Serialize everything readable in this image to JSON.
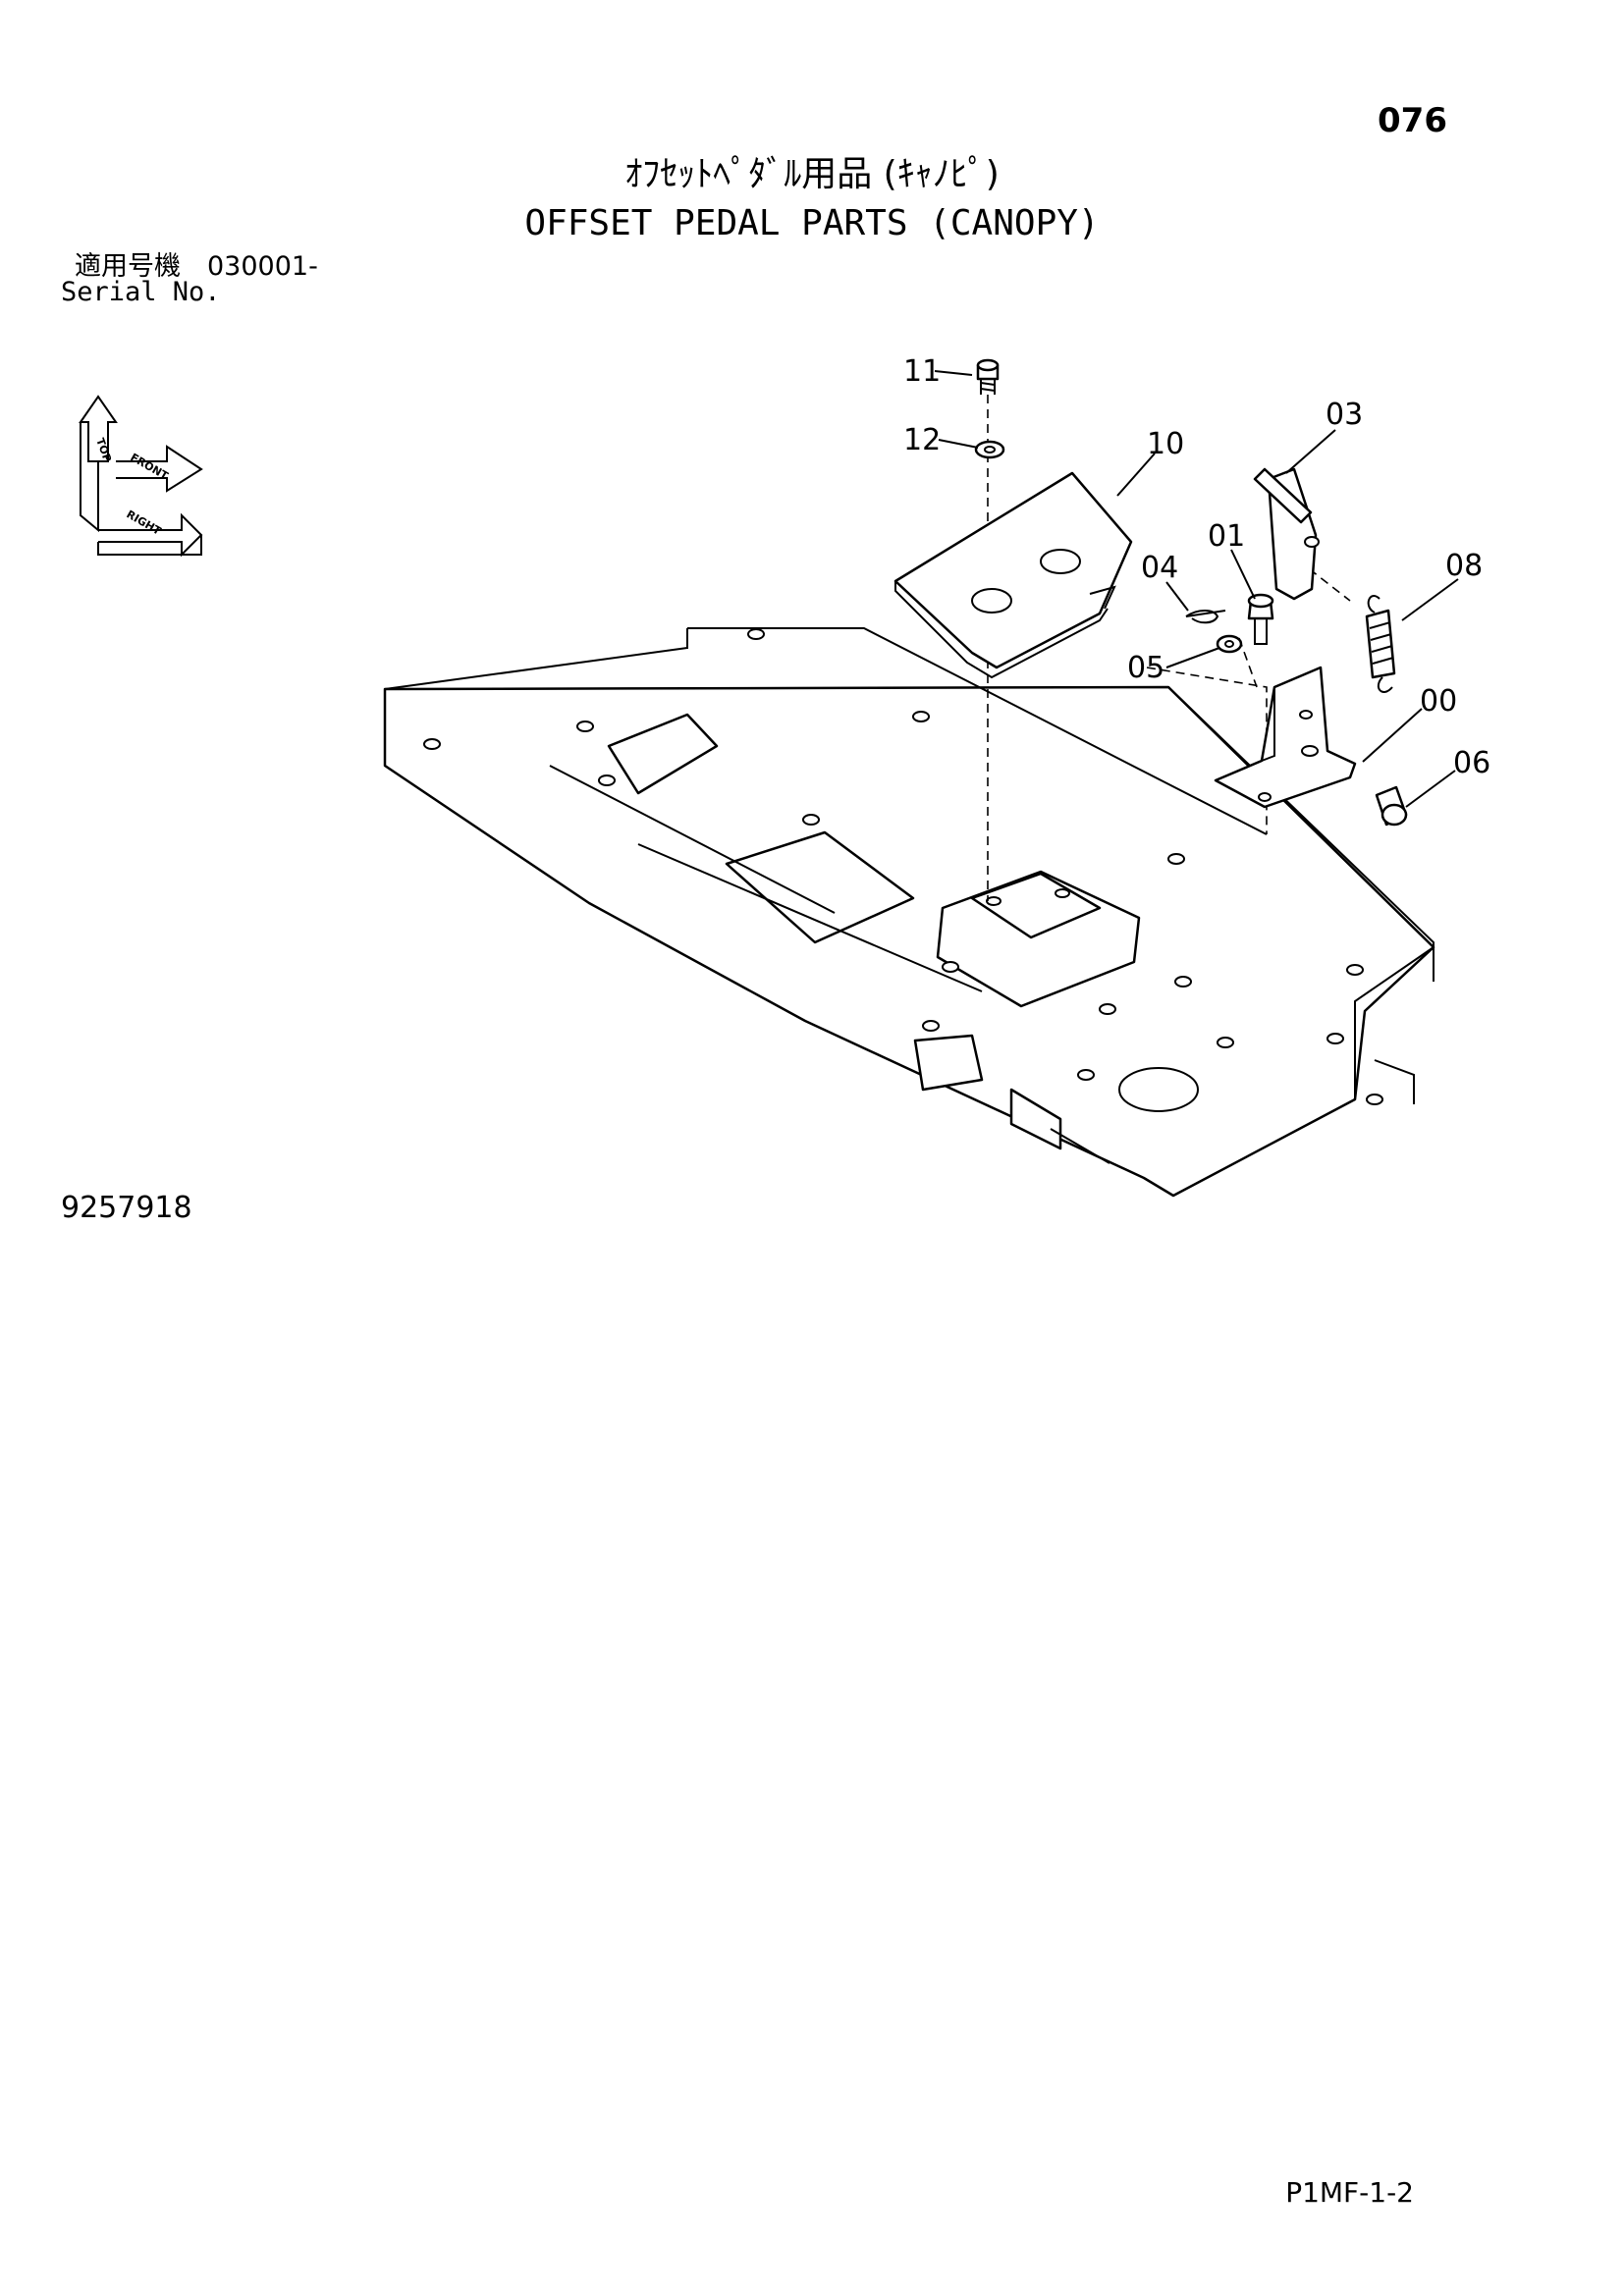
{
  "page": {
    "number": "076",
    "title_jp": "ｵﾌｾｯﾄﾍﾟﾀﾞﾙ用品 (ｷｬﾉﾋﾟ)",
    "title_en": "OFFSET PEDAL PARTS (CANOPY)",
    "serial_range": "適用号機　030001-",
    "serial_label": "Serial No.",
    "drawing_number": "9257918",
    "doc_ref": "P1MF-1-2"
  },
  "orientation_labels": {
    "top": "TOP",
    "front": "FRONT",
    "right": "RIGHT"
  },
  "callouts": {
    "c00": "00",
    "c01": "01",
    "c03": "03",
    "c04": "04",
    "c05": "05",
    "c06": "06",
    "c08": "08",
    "c10": "10",
    "c11": "11",
    "c12": "12"
  }
}
